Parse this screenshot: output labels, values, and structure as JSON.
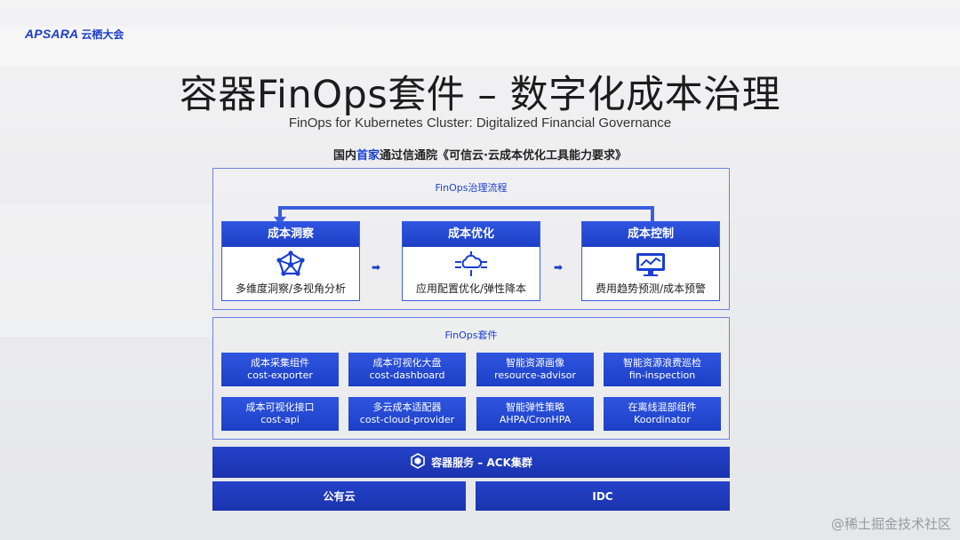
{
  "logo": {
    "mark": "APSARA",
    "text": "云栖大会"
  },
  "title": "容器FinOps套件 – 数字化成本治理",
  "subtitle": "FinOps for Kubernetes Cluster: Digitalized Financial Governance",
  "note": {
    "prefix": "国内",
    "highlight": "首家",
    "suffix": "通过信通院《可信云·云成本优化工具能力要求》"
  },
  "process": {
    "label": "FinOps治理流程",
    "steps": [
      {
        "title": "成本洞察",
        "icon": "network-nodes-icon",
        "desc": "多维度洞察/多视角分析"
      },
      {
        "title": "成本优化",
        "icon": "cloud-arrows-icon",
        "desc": "应用配置优化/弹性降本"
      },
      {
        "title": "成本控制",
        "icon": "monitor-chart-icon",
        "desc": "费用趋势预测/成本预警"
      }
    ],
    "arrow": "➡"
  },
  "suite": {
    "label": "FinOps套件",
    "items": [
      {
        "cn": "成本采集组件",
        "en": "cost-exporter"
      },
      {
        "cn": "成本可视化大盘",
        "en": "cost-dashboard"
      },
      {
        "cn": "智能资源画像",
        "en": "resource-advisor"
      },
      {
        "cn": "智能资源浪费巡检",
        "en": "fin-inspection"
      },
      {
        "cn": "成本可视化接口",
        "en": "cost-api"
      },
      {
        "cn": "多云成本适配器",
        "en": "cost-cloud-provider"
      },
      {
        "cn": "智能弹性策略",
        "en": "AHPA/CronHPA"
      },
      {
        "cn": "在离线混部组件",
        "en": "Koordinator"
      }
    ]
  },
  "ack_bar": {
    "label": "容器服务 – ACK集群",
    "icon": "cube-icon"
  },
  "bottom": {
    "left": "公有云",
    "right": "IDC"
  },
  "watermark": "@稀土掘金技术社区",
  "colors": {
    "primary": "#1c3fc6",
    "accent": "#1a3fd1",
    "border": "#6b80e0"
  }
}
